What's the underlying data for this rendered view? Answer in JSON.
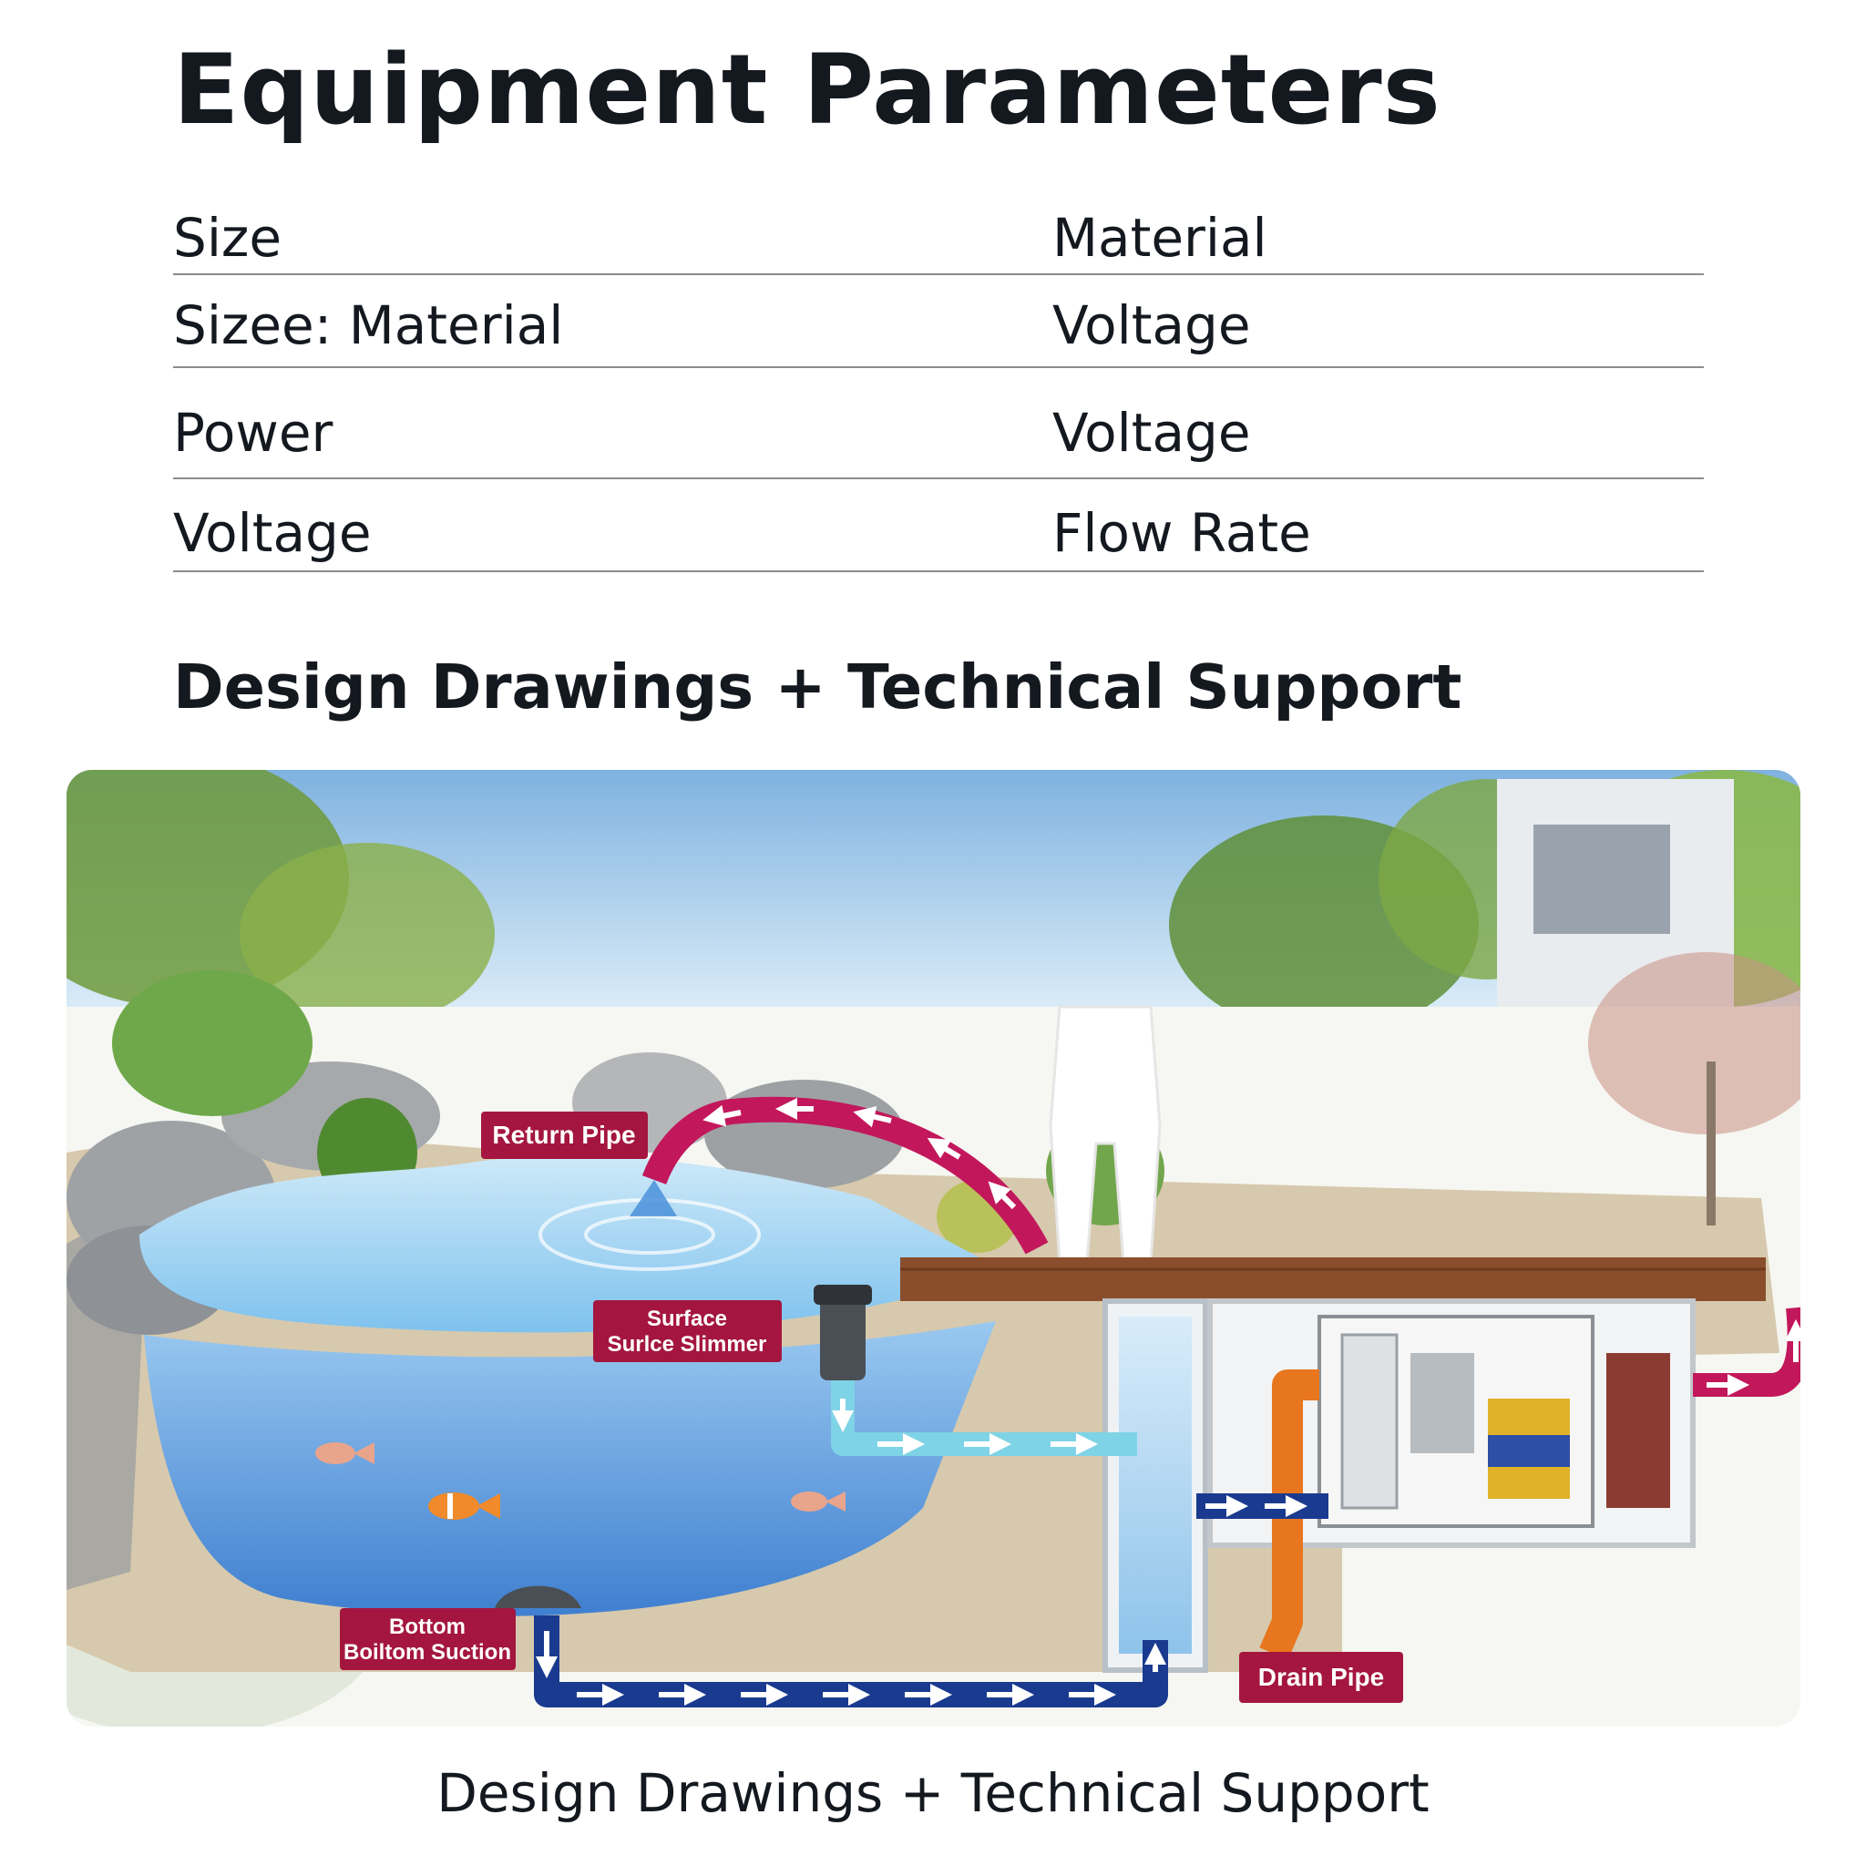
{
  "title": "Equipment Parameters",
  "parameters": [
    {
      "left": "Size",
      "right": "Material"
    },
    {
      "left": "Sizee: Material",
      "right": "Voltage"
    },
    {
      "left": "Power",
      "right": "Voltage"
    },
    {
      "left": "Voltage",
      "right": "Flow Rate"
    }
  ],
  "subtitle": "Design Drawings + Technical Support",
  "diagram": {
    "labels": {
      "return_pipe": "Return Pipe",
      "surface_skimmer_1": "Surface",
      "surface_skimmer_2": "Surlce Slimmer",
      "bottom_suction_1": "Bottom",
      "bottom_suction_2": "Boiltom Suction",
      "drain_pipe": "Drain Pipe"
    },
    "colors": {
      "label_bg": "#a4163f",
      "return_pipe": "#c2185b",
      "skimmer_pipe": "#7fd3e6",
      "suction_pipe": "#1a3a8f",
      "drain_pipe": "#e8761e",
      "water": "#4a90d9",
      "deck": "#8a4e2c"
    }
  },
  "caption": "Design Drawings + Technical Support"
}
